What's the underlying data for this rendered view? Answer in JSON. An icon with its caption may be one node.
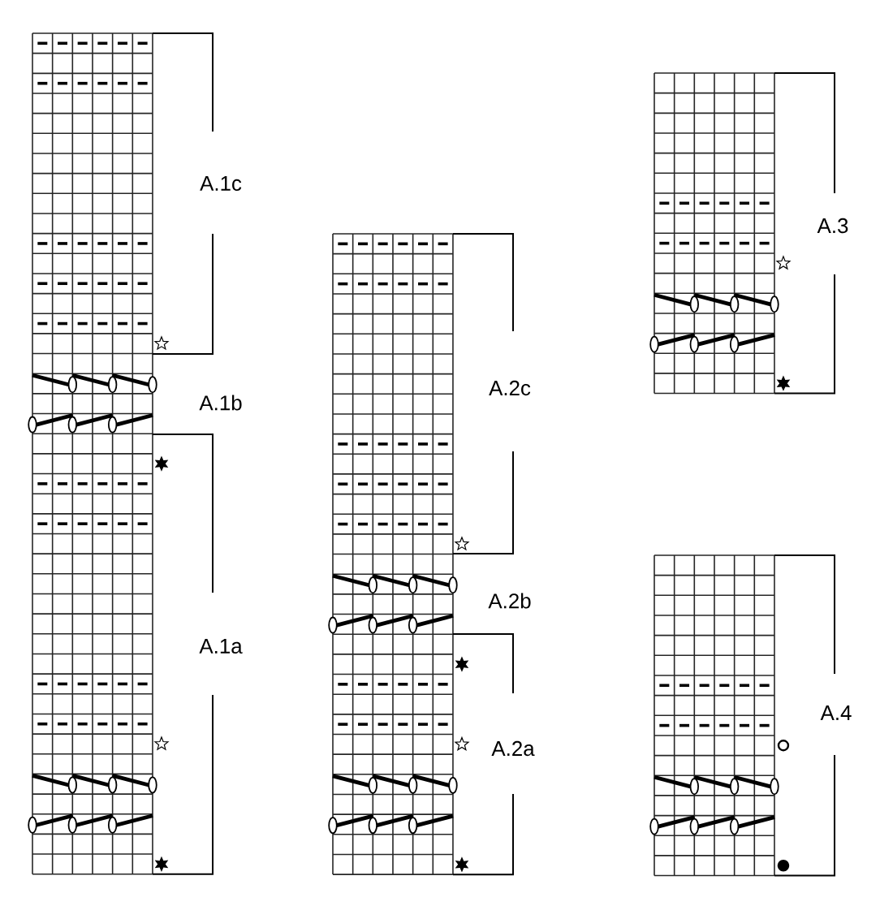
{
  "diagram": {
    "labels": [
      "A.1c",
      "A.1b",
      "A.1a",
      "A.2c",
      "A.2b",
      "A.2a",
      "A.3",
      "A.4"
    ]
  }
}
